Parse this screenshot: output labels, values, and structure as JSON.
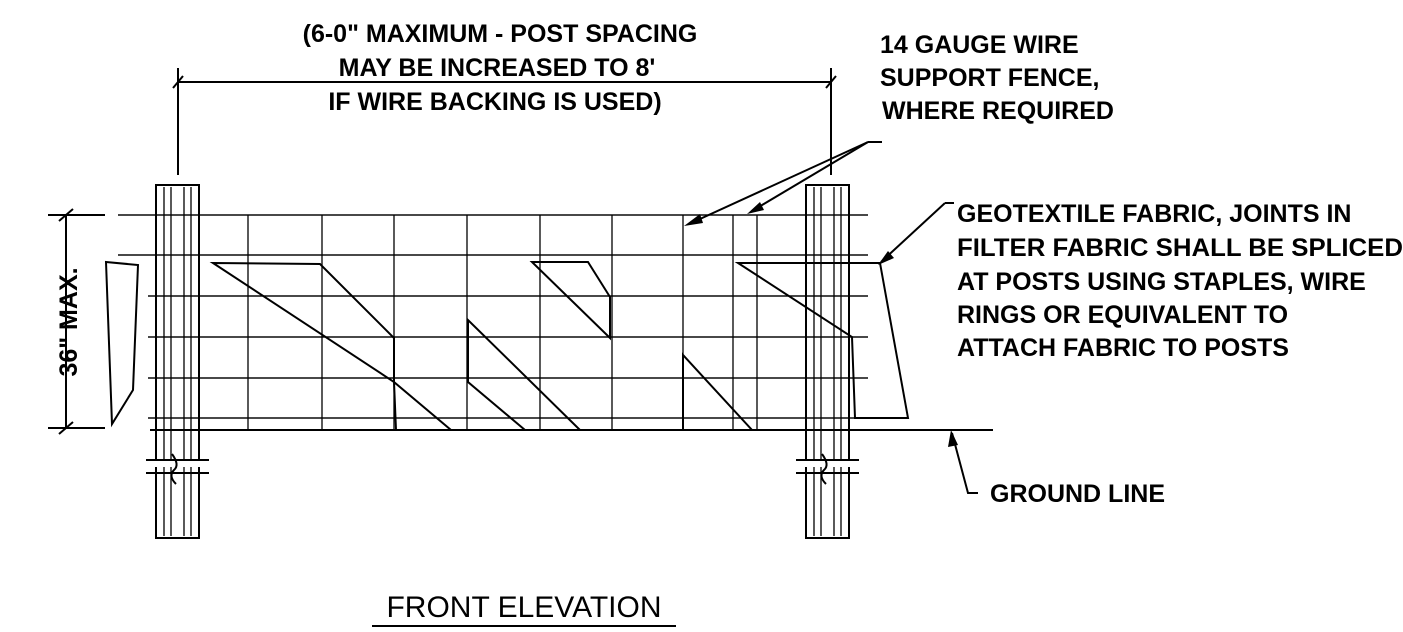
{
  "diagram": {
    "title": "FRONT ELEVATION",
    "spacing_note": [
      "(6-0\" MAXIMUM - POST SPACING",
      "MAY BE INCREASED TO 8'",
      "IF WIRE BACKING IS USED)"
    ],
    "wire_note": [
      "14 GAUGE WIRE",
      "SUPPORT FENCE,",
      "WHERE REQUIRED"
    ],
    "fabric_note": [
      "GEOTEXTILE FABRIC, JOINTS IN",
      "FILTER FABRIC SHALL BE SPLICED",
      "AT POSTS USING STAPLES, WIRE",
      "RINGS OR EQUIVALENT TO",
      "ATTACH FABRIC TO POSTS"
    ],
    "ground_note": "GROUND LINE",
    "height_dim": "36\" MAX."
  },
  "colors": {
    "line": "#000000",
    "background": "#ffffff",
    "hatch": "#555555"
  }
}
